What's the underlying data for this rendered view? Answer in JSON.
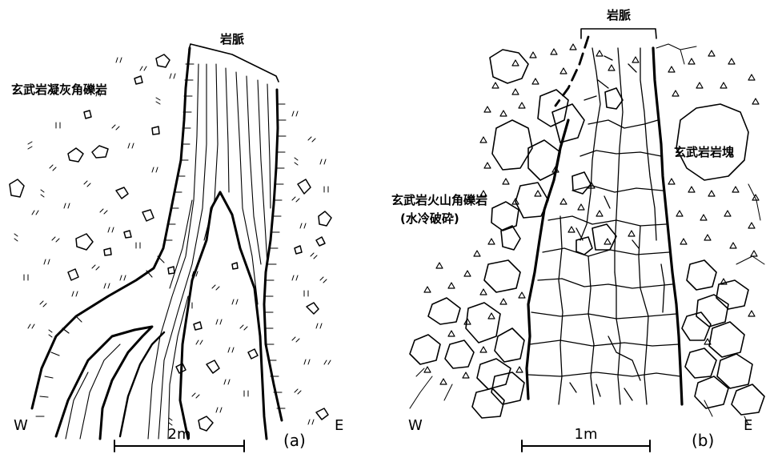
{
  "panel_a": {
    "dike_label": "岩脈",
    "rock_label": "玄武岩凝灰角礫岩",
    "west": "W",
    "east": "E",
    "scale": "2m",
    "caption": "(a)"
  },
  "panel_b": {
    "dike_label": "岩脈",
    "block_label": "玄武岩岩塊",
    "rock_label_1": "玄武岩火山角礫岩",
    "rock_label_2": "(水冷破砕)",
    "west": "W",
    "east": "E",
    "scale": "1m",
    "caption": "(b)"
  }
}
